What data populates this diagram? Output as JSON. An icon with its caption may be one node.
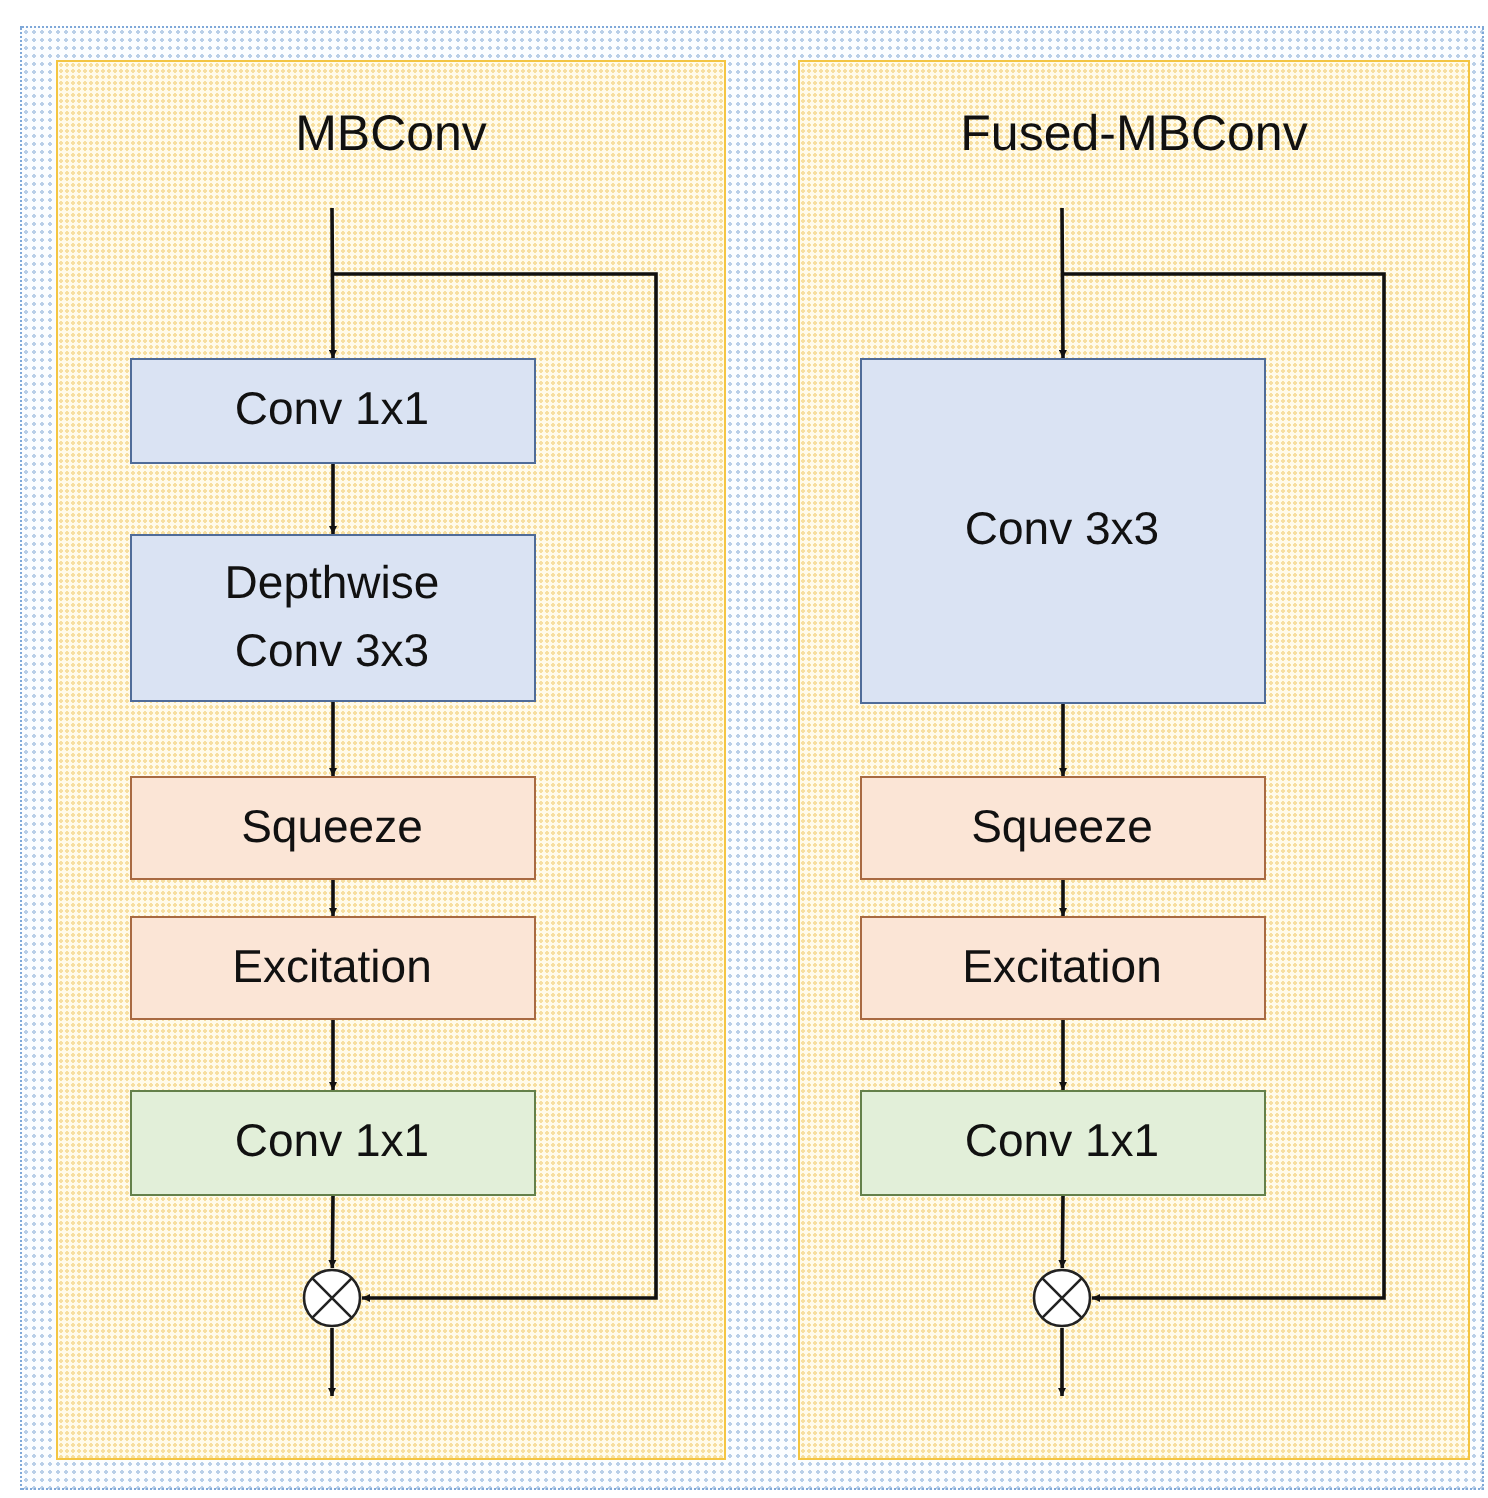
{
  "diagram": {
    "nodes": [
      {
        "text": [
          "MBConv"
        ]
      },
      {
        "text": [
          "Conv 1x1"
        ],
        "in": 0
      },
      {
        "text": [
          "Depthwise Conv 3x3"
        ],
        "in": 0
      },
      {
        "text": [
          "Squeeze"
        ],
        "in": 0
      },
      {
        "text": [
          "Excitation"
        ],
        "in": 0
      },
      {
        "text": [
          "Conv 1x1"
        ],
        "in": 0
      },
      {
        "text": [],
        "shape": "circle",
        "in": 0
      },
      {
        "text": [
          "Fused-MBConv"
        ]
      },
      {
        "text": [
          "Conv 3x3"
        ],
        "in": 7
      },
      {
        "text": [
          "Squeeze"
        ],
        "in": 7
      },
      {
        "text": [
          "Excitation"
        ],
        "in": 7
      },
      {
        "text": [
          "Conv 1x1"
        ],
        "in": 7
      },
      {
        "text": [],
        "shape": "circle",
        "in": 7
      }
    ],
    "edges": [
      {
        "from": null,
        "to": 1,
        "arrow": "to"
      },
      {
        "from": null,
        "to": 6,
        "arrow": "to"
      },
      {
        "from": 1,
        "to": 2,
        "arrow": "to"
      },
      {
        "from": 2,
        "to": 3,
        "arrow": "to"
      },
      {
        "from": 3,
        "to": 4,
        "arrow": "to"
      },
      {
        "from": 4,
        "to": 5,
        "arrow": "to"
      },
      {
        "from": 5,
        "to": 6,
        "arrow": "to"
      },
      {
        "from": 6,
        "to": null,
        "arrow": "to"
      },
      {
        "from": null,
        "to": 8,
        "arrow": "to"
      },
      {
        "from": null,
        "to": 12,
        "arrow": "to"
      },
      {
        "from": 8,
        "to": 9,
        "arrow": "to"
      },
      {
        "from": 9,
        "to": 10,
        "arrow": "to"
      },
      {
        "from": 10,
        "to": 11,
        "arrow": "to"
      },
      {
        "from": 11,
        "to": 12,
        "arrow": "to"
      },
      {
        "from": 12,
        "to": null,
        "arrow": "to"
      }
    ]
  }
}
